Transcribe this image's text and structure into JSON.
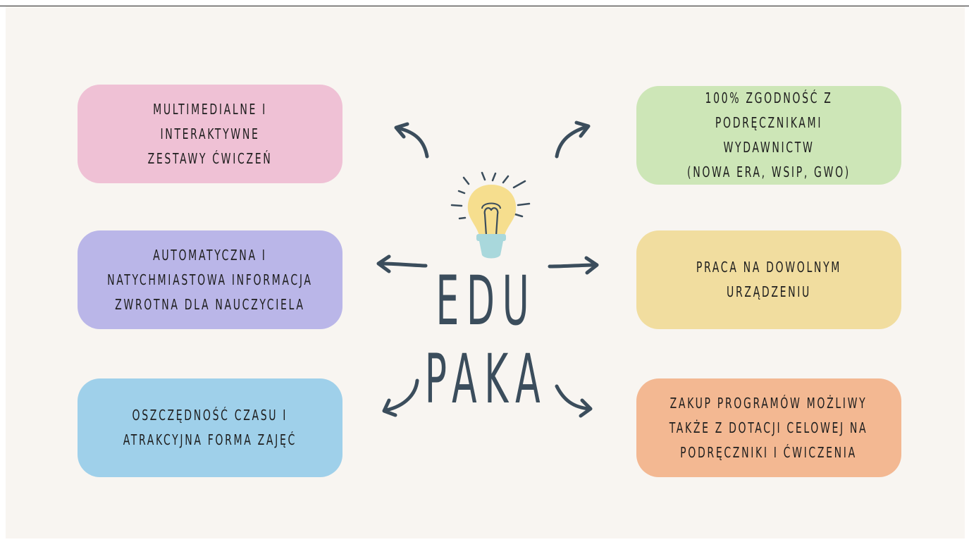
{
  "title": {
    "line1": "EDU",
    "line2": "PAKA"
  },
  "features": [
    {
      "text": "MULTIMEDIALNE I INTERAKTYWNE\nZESTAWY ĆWICZEŃ",
      "color": "#efc1d5"
    },
    {
      "text": "AUTOMATYCZNA I\nNATYCHMIASTOWA INFORMACJA\nZWROTNA DLA NAUCZYCIELA",
      "color": "#bab6e8"
    },
    {
      "text": "OSZCZĘDNOŚĆ CZASU I\nATRAKCYJNA FORMA ZAJĘĆ",
      "color": "#9fd0ea"
    },
    {
      "text": "100% ZGODNOŚĆ Z PODRĘCZNIKAMI\nWYDAWNICTW\n(NOWA ERA, WSIP, GWO)",
      "color": "#cde6b7"
    },
    {
      "text": "PRACA NA DOWOLNYM URZĄDZENIU",
      "color": "#f1dd9f"
    },
    {
      "text": "ZAKUP PROGRAMÓW MOŻLIWY\nTAKŻE Z DOTACJI CELOWEJ NA\nPODRĘCZNIKI I ĆWICZENIA",
      "color": "#f3b892"
    }
  ],
  "colors": {
    "background": "#f8f5f1",
    "accent": "#3b4d5c",
    "bulb": "#f6de8e",
    "bulb_base": "#a9d8dc"
  },
  "icons": [
    "lightbulb-icon",
    "arrow-icon"
  ]
}
